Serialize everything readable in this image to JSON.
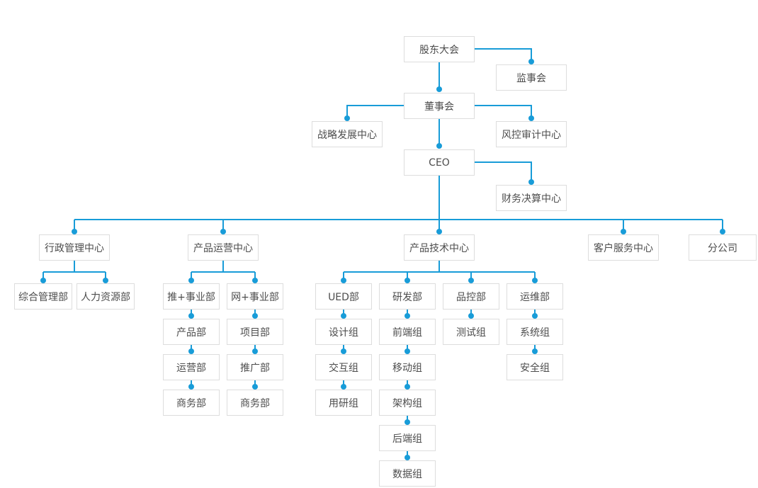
{
  "diagram": {
    "type": "organization-chart",
    "colors": {
      "connector": "#189cd8",
      "node_border": "#dddddd",
      "node_background": "#ffffff",
      "node_text": "#4d4d4d",
      "page_background": "#ffffff"
    },
    "nodes": [
      {
        "id": "shareholders-meeting",
        "label": "股东大会",
        "parent": null
      },
      {
        "id": "supervisory-board",
        "label": "监事会",
        "parent": "shareholders-meeting"
      },
      {
        "id": "board-of-directors",
        "label": "董事会",
        "parent": "shareholders-meeting"
      },
      {
        "id": "strategy-development-center",
        "label": "战略发展中心",
        "parent": "board-of-directors"
      },
      {
        "id": "risk-control-audit-center",
        "label": "风控审计中心",
        "parent": "board-of-directors"
      },
      {
        "id": "ceo",
        "label": "CEO",
        "parent": "board-of-directors"
      },
      {
        "id": "financial-settlement-center",
        "label": "财务决算中心",
        "parent": "ceo"
      },
      {
        "id": "administration-center",
        "label": "行政管理中心",
        "parent": "ceo"
      },
      {
        "id": "product-operation-center",
        "label": "产品运营中心",
        "parent": "ceo"
      },
      {
        "id": "product-technology-center",
        "label": "产品技术中心",
        "parent": "ceo"
      },
      {
        "id": "customer-service-center",
        "label": "客户服务中心",
        "parent": "ceo"
      },
      {
        "id": "branch-company",
        "label": "分公司",
        "parent": "ceo"
      },
      {
        "id": "general-management-dept",
        "label": "综合管理部",
        "parent": "administration-center"
      },
      {
        "id": "human-resources-dept",
        "label": "人力资源部",
        "parent": "administration-center"
      },
      {
        "id": "tui-business-division",
        "label": "推+事业部",
        "parent": "product-operation-center"
      },
      {
        "id": "wang-business-division",
        "label": "网+事业部",
        "parent": "product-operation-center"
      },
      {
        "id": "product-dept",
        "label": "产品部",
        "parent": "tui-business-division"
      },
      {
        "id": "project-dept",
        "label": "项目部",
        "parent": "wang-business-division"
      },
      {
        "id": "operation-dept",
        "label": "运营部",
        "parent": "product-dept"
      },
      {
        "id": "promotion-dept",
        "label": "推广部",
        "parent": "project-dept"
      },
      {
        "id": "business-dept-left",
        "label": "商务部",
        "parent": "operation-dept"
      },
      {
        "id": "business-dept-right",
        "label": "商务部",
        "parent": "promotion-dept"
      },
      {
        "id": "ued-dept",
        "label": "UED部",
        "parent": "product-technology-center"
      },
      {
        "id": "rnd-dept",
        "label": "研发部",
        "parent": "product-technology-center"
      },
      {
        "id": "quality-control-dept",
        "label": "品控部",
        "parent": "product-technology-center"
      },
      {
        "id": "operation-maintenance-dept",
        "label": "运维部",
        "parent": "product-technology-center"
      },
      {
        "id": "design-group",
        "label": "设计组",
        "parent": "ued-dept"
      },
      {
        "id": "frontend-group",
        "label": "前端组",
        "parent": "rnd-dept"
      },
      {
        "id": "testing-group",
        "label": "测试组",
        "parent": "quality-control-dept"
      },
      {
        "id": "system-group",
        "label": "系统组",
        "parent": "operation-maintenance-dept"
      },
      {
        "id": "interaction-group",
        "label": "交互组",
        "parent": "design-group"
      },
      {
        "id": "mobile-group",
        "label": "移动组",
        "parent": "frontend-group"
      },
      {
        "id": "security-group",
        "label": "安全组",
        "parent": "system-group"
      },
      {
        "id": "user-research-group",
        "label": "用研组",
        "parent": "interaction-group"
      },
      {
        "id": "architecture-group",
        "label": "架构组",
        "parent": "mobile-group"
      },
      {
        "id": "backend-group",
        "label": "后端组",
        "parent": "architecture-group"
      },
      {
        "id": "data-group",
        "label": "数据组",
        "parent": "backend-group"
      }
    ]
  }
}
